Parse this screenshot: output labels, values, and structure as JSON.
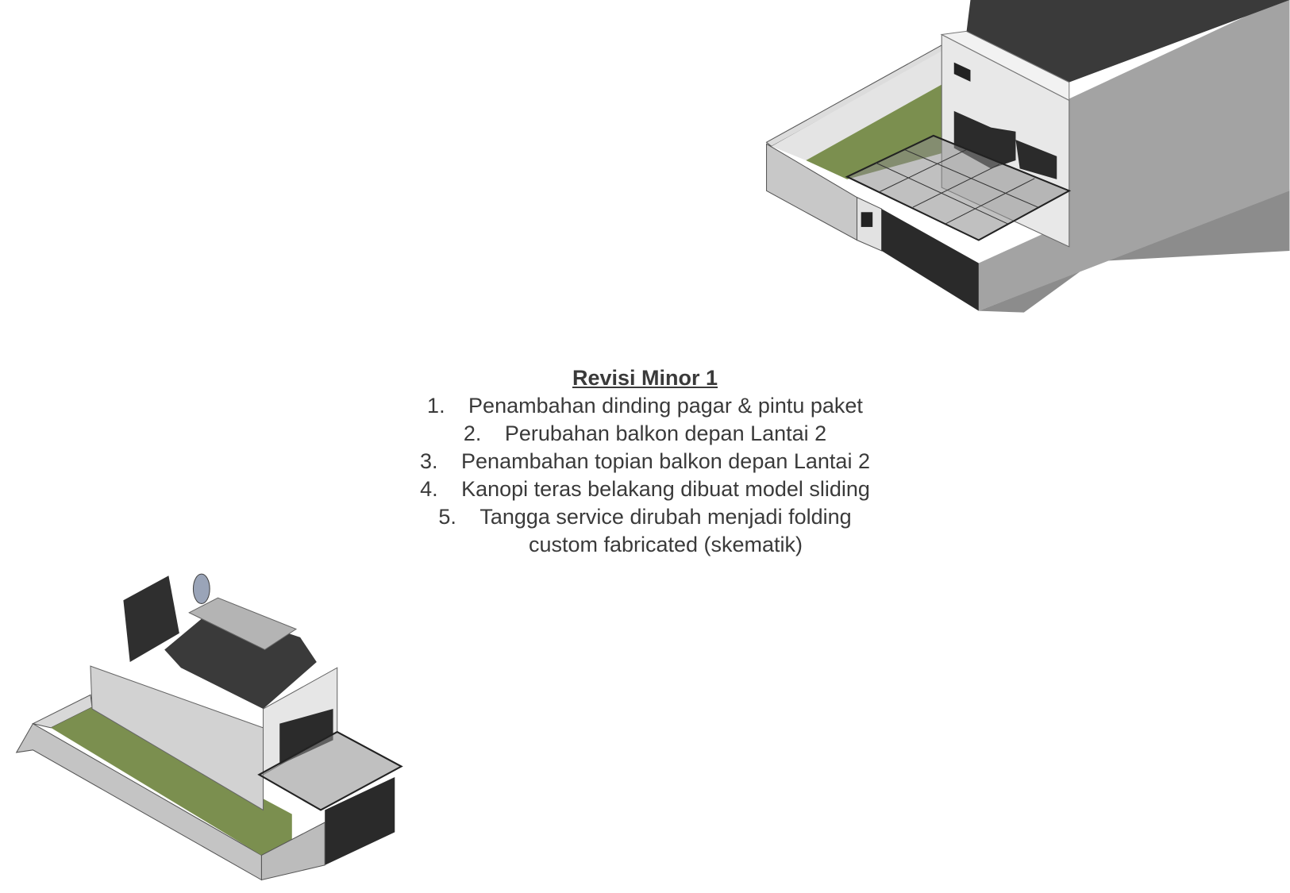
{
  "notes": {
    "title": "Revisi Minor 1",
    "items": [
      {
        "number": "1.",
        "text": "Penambahan dinding pagar & pintu paket"
      },
      {
        "number": "2.",
        "text": "Perubahan balkon depan Lantai 2"
      },
      {
        "number": "3.",
        "text": "Penambahan topian balkon depan Lantai 2"
      },
      {
        "number": "4.",
        "text": "Kanopi teras belakang dibuat model sliding"
      },
      {
        "number": "5.",
        "text": "Tangga service dirubah menjadi folding"
      }
    ],
    "continuation": "custom fabricated (skematik)"
  },
  "colors": {
    "text": "#3a3a3a",
    "roof": "#3a3a3a",
    "wall": "#a3a3a3",
    "grass": "#7b8f4f",
    "gate": "#2a2a2a"
  }
}
